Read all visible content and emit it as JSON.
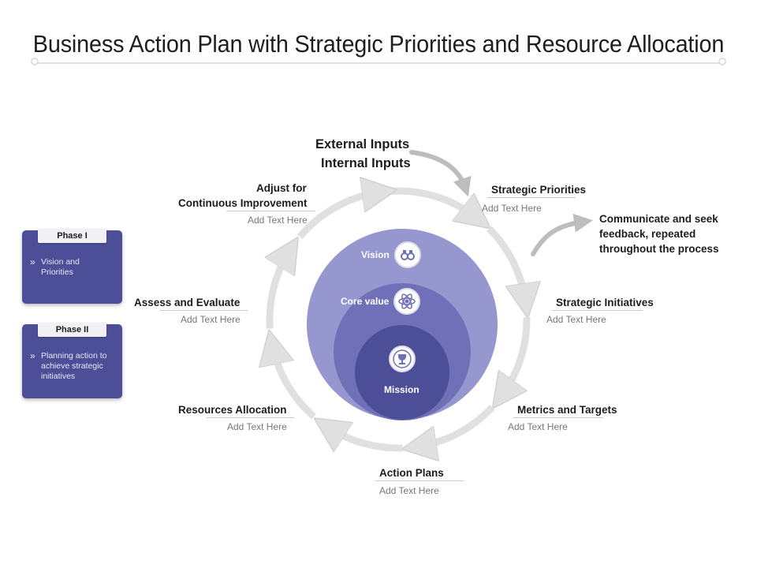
{
  "title": "Business Action Plan with Strategic Priorities and Resource Allocation",
  "phases": [
    {
      "tab": "Phase I",
      "bullet": "»",
      "text": "Vision and Priorities"
    },
    {
      "tab": "Phase II",
      "bullet": "»",
      "text": "Planning action to achieve strategic initiatives"
    }
  ],
  "inputs": {
    "external": "External Inputs",
    "internal": "Internal Inputs"
  },
  "feedback": "Communicate and seek feedback, repeated throughout the process",
  "placeholder": "Add Text Here",
  "stages": {
    "strategic_priorities": "Strategic Priorities",
    "strategic_initiatives": "Strategic Initiatives",
    "metrics_targets": "Metrics and Targets",
    "action_plans": "Action Plans",
    "resources_allocation": "Resources Allocation",
    "assess_evaluate": "Assess and Evaluate",
    "adjust_line1": "Adjust for",
    "adjust_line2": "Continuous Improvement"
  },
  "core": {
    "vision": "Vision",
    "core_value": "Core value",
    "mission": "Mission"
  },
  "icons": {
    "vision": "binoculars-icon",
    "core_value": "atom-heart-icon",
    "mission": "trophy-target-icon"
  },
  "colors": {
    "outer_circle": "#9697cf",
    "middle_circle": "#6f70b8",
    "inner_circle": "#4d4e98",
    "ring": "#e0e0e0",
    "phase_card": "#4d4e98"
  }
}
